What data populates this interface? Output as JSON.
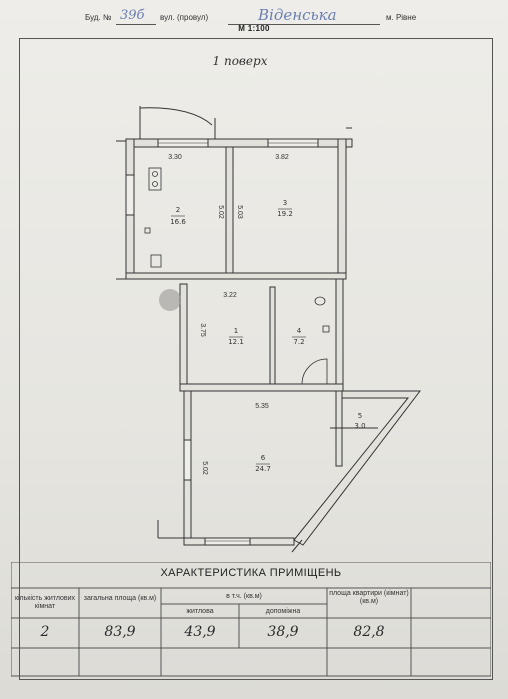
{
  "header": {
    "bud_label": "Буд. №",
    "bud_value": "39б",
    "vul_label": "вул. (провул)",
    "vul_value": "Віденська",
    "city": "м. Рівне"
  },
  "scale": "М 1:100",
  "plan": {
    "floor_title": "1 поверх",
    "dims": {
      "top_left": "3.30",
      "top_right": "3.82",
      "v1": "5.02",
      "v2": "5.03",
      "corridor": "3.22",
      "v3": "3.75",
      "mid": "5.35",
      "v4": "5.02"
    },
    "rooms": [
      {
        "num": "2",
        "area": "16.6"
      },
      {
        "num": "3",
        "area": "19.2"
      },
      {
        "num": "1",
        "area": "12.1"
      },
      {
        "num": "4",
        "area": "7.2"
      },
      {
        "num": "5",
        "area": "3.0"
      },
      {
        "num": "6",
        "area": "24.7"
      }
    ]
  },
  "table": {
    "title": "ХАРАКТЕРИСТИКА ПРИМІЩЕНЬ",
    "col1": "кількість житлових кімнат",
    "col2": "загальна площа (кв.м)",
    "col3": "в т.ч. (кв.м)",
    "col3a": "житлова",
    "col3b": "допоміжна",
    "col4": "площа квартири (кімнат) (кв.м)",
    "values": {
      "rooms": "2",
      "total": "83,9",
      "living": "43,9",
      "aux": "38,9",
      "apt": "82,8"
    }
  }
}
